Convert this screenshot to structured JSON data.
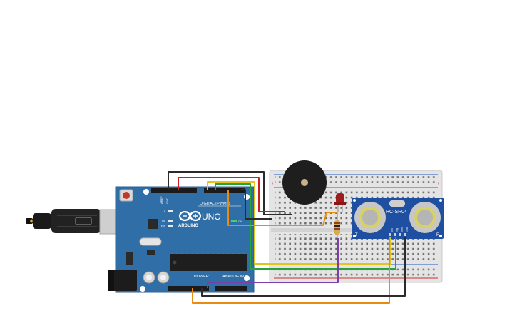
{
  "board": {
    "brand": "ARDUINO",
    "model": "UNO",
    "digital_label": "DIGITAL (PWM~)",
    "power_label": "POWER",
    "analog_label": "ANALOG IN",
    "on_label": "ON",
    "l_label": "L",
    "tx_label": "TX",
    "rx_label": "RX",
    "aref_label": "AREF",
    "gnd_label": "GND",
    "color": "#2f6ea6"
  },
  "sensor": {
    "model": "HC-SR04",
    "t_label": "T",
    "r_label": "R",
    "pins": [
      "Vcc",
      "Trig",
      "Echo",
      "Gnd"
    ],
    "color": "#1f4fa0"
  },
  "buzzer": {
    "plus": "+",
    "minus": "−"
  },
  "breadboard": {
    "rail_plus": "+",
    "rail_minus": "−"
  },
  "components": {
    "led": "red LED",
    "resistor": "resistor",
    "usb": "USB connector",
    "power_jack": "DC power jack"
  },
  "wire_colors": {
    "black": "#2b2b2b",
    "red": "#cc1f1f",
    "yellow": "#e6c21f",
    "green": "#27a33b",
    "orange": "#e88b12",
    "purple": "#7b3fa8"
  }
}
